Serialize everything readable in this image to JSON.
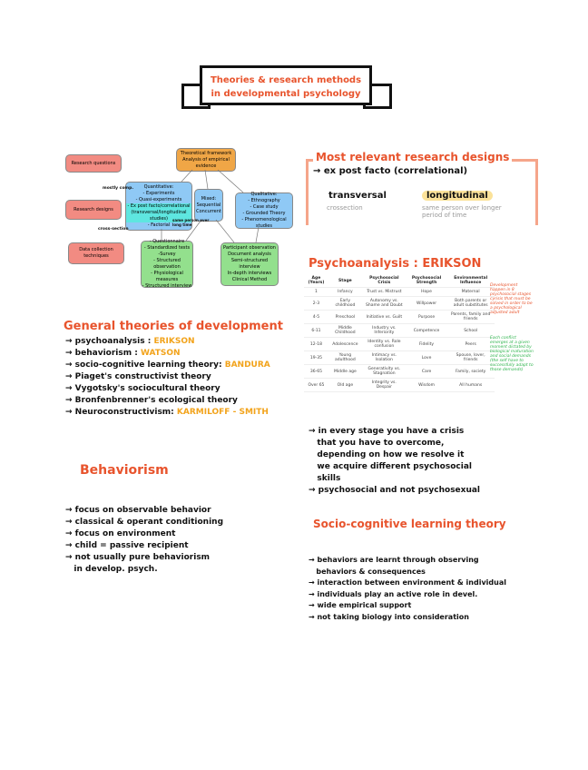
{
  "title": {
    "line1": "Theories & research methods",
    "line2": "in developmental psychology"
  },
  "diagram": {
    "research_questions": "Research questions",
    "research_designs": "Research designs",
    "data_collection": "Data collection techniques",
    "framework": [
      "Theoretical framework",
      "Analysis of empirical evidence"
    ],
    "quantitative": [
      "Quantitative:",
      "- Experiments",
      "- Quasi-experiments",
      "- Ex post facto/correlational",
      "(transversal/longitudinal studies)",
      "- Factorial"
    ],
    "mixed": [
      "Mixed:",
      "Sequential",
      "Concurrent"
    ],
    "qualitative": [
      "Qualitative:",
      "- Ethnography",
      "- Case study",
      "- Grounded Theory",
      "- Phenomenological studies"
    ],
    "quant_techniques": [
      "- Questionnaire",
      "- Standardized tests",
      "-Survey",
      "- Structured observation",
      "- Physiological measures",
      "- Structured interview"
    ],
    "qual_techniques": [
      "Participant observation",
      "Document analysis",
      "Semi-structured interview",
      "In-depth interviews",
      "Clinical Method"
    ],
    "note_top": "mostly comp.",
    "note_cross": "cross-section",
    "note_same": "same person over long time"
  },
  "designs": {
    "title": "Most relevant research designs",
    "line": "→ ex post facto (correlational)",
    "transversal": "transversal",
    "transversal_sub": "crossection",
    "longitudinal": "longitudinal",
    "longitudinal_sub": "same person over longer period of time"
  },
  "general": {
    "title": "General theories of development",
    "items": [
      {
        "text": "→ psychoanalysis : ",
        "author": "ERIKSON"
      },
      {
        "text": "→ behaviorism : ",
        "author": "WATSON"
      },
      {
        "text": "→ socio-cognitive learning theory: ",
        "author": "BANDURA"
      },
      {
        "text": "→ Piaget's constructivist theory",
        "author": ""
      },
      {
        "text": "→ Vygotsky's sociocultural theory",
        "author": ""
      },
      {
        "text": "→ Bronfenbrenner's ecological theory",
        "author": ""
      },
      {
        "text": "→ Neuroconstructivism: ",
        "author": "KARMILOFF - SMITH"
      }
    ]
  },
  "behaviorism": {
    "title": "Behaviorism",
    "items": [
      "→ focus on observable behavior",
      "→ classical & operant conditioning",
      "→ focus on environment",
      "→ child = passive recipient",
      "→ not usually pure behaviorism",
      "   in develop. psych."
    ]
  },
  "erikson": {
    "title": "Psychoanalysis : ERIKSON",
    "headers": [
      "Age (Years)",
      "Stage",
      "Psychosocial Crisis",
      "Psychosocial Strength",
      "Environmental Influence"
    ],
    "rows": [
      [
        "1",
        "Infancy",
        "Trust vs. Mistrust",
        "Hope",
        "Maternal"
      ],
      [
        "2-3",
        "Early childhood",
        "Autonomy vs. Shame and Doubt",
        "Willpower",
        "Both parents or adult substitutes"
      ],
      [
        "4-5",
        "Preschool",
        "Initiative vs. Guilt",
        "Purpose",
        "Parents, family and friends"
      ],
      [
        "6-11",
        "Middle Childhood",
        "Industry vs. Inferiority",
        "Competence",
        "School"
      ],
      [
        "12-18",
        "Adolescence",
        "Identity vs. Role confusion",
        "Fidelity",
        "Peers"
      ],
      [
        "19-35",
        "Young adulthood",
        "Intimacy vs. Isolation",
        "Love",
        "Spouse, lover, friends"
      ],
      [
        "36-65",
        "Middle age",
        "Generativity vs. Stagnation",
        "Care",
        "Family, society"
      ],
      [
        "Over 65",
        "Old age",
        "Integrity vs. Despair",
        "Wisdom",
        "All humans"
      ]
    ],
    "note_red": "Development happen in 8 psychosocial stages cyrisis that must be solved in order to be a psychological adjusted adult",
    "note_green": "Each conflict emerges at a given moment dictated by biological maturation and social demands (the self have to successfully adapt to those demands)",
    "items": [
      "→ in every stage you have a crisis",
      "   that you have to overcome,",
      "   depending on how we resolve it",
      "   we acquire different psychosocial",
      "   skills",
      "→ psychosocial and not psychosexual"
    ]
  },
  "socio": {
    "title": "Socio-cognitive learning theory",
    "items": [
      "→ behaviors are learnt through observing",
      "   behaviors & consequences",
      "→ interaction between environment & individual",
      "→ individuals play an active role in devel.",
      "→ wide empirical support",
      "→ not taking biology into consideration"
    ]
  }
}
